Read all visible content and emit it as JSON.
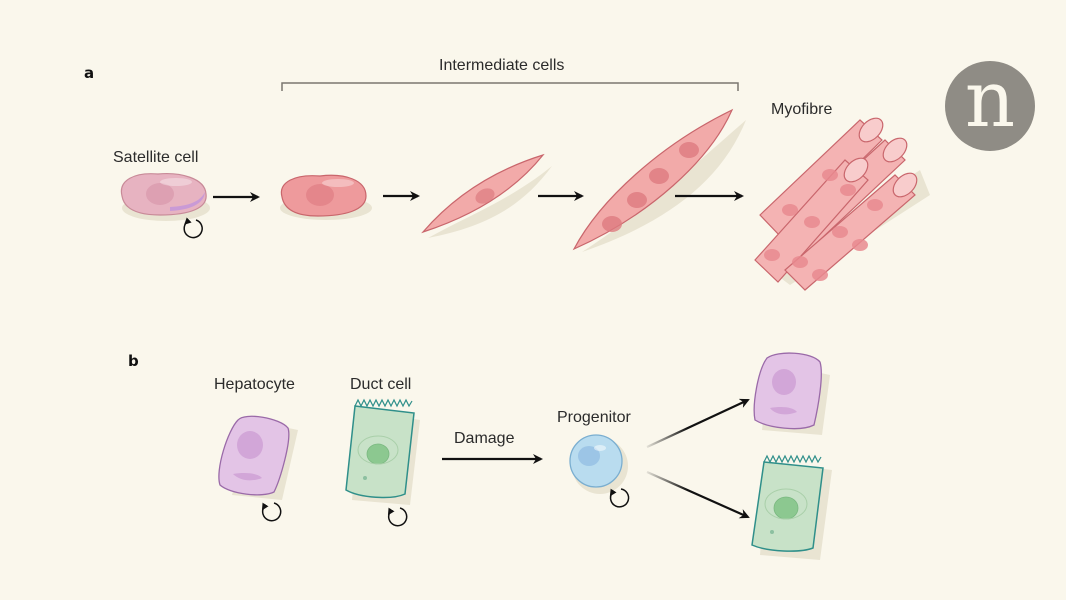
{
  "panels": {
    "a": {
      "label": "a",
      "bracket_label": "Intermediate cells",
      "cells": [
        {
          "name": "Satellite cell",
          "label": "Satellite cell",
          "self_renewing": true
        },
        {
          "name": "Intermediate cell 1",
          "label": "",
          "self_renewing": false
        },
        {
          "name": "Intermediate cell 2",
          "label": "",
          "self_renewing": false
        },
        {
          "name": "Intermediate cell 3",
          "label": "",
          "self_renewing": false
        },
        {
          "name": "Myofibre",
          "label": "Myofibre",
          "self_renewing": false
        }
      ]
    },
    "b": {
      "label": "b",
      "hepatocyte_label": "Hepatocyte",
      "duct_label": "Duct cell",
      "damage_label": "Damage",
      "progenitor_label": "Progenitor"
    }
  },
  "logo": {
    "letter": "n",
    "color": "#8f8c85"
  },
  "colors": {
    "background": "#faf7ec",
    "muscle": "#ee9a9c",
    "muscle_dark": "#c9666c",
    "satellite": "#e7b3c1",
    "hepatocyte": "#e3c4e6",
    "duct": "#c8e2c8",
    "duct_edge": "#2f8f8a",
    "progenitor": "#b9dcef"
  }
}
